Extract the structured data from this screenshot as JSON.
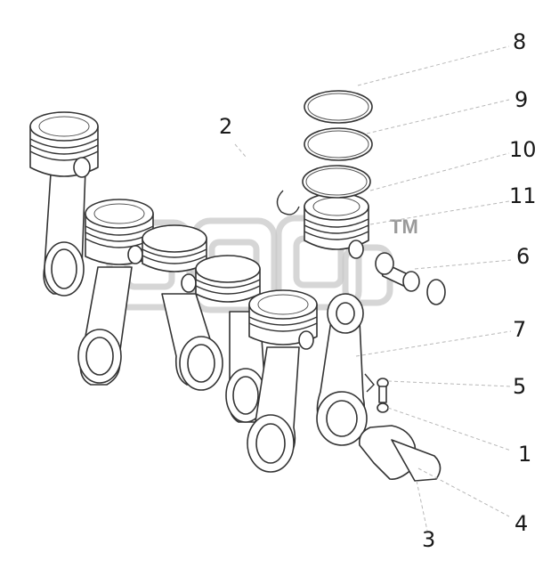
{
  "diagram": {
    "callouts": [
      {
        "id": "8",
        "label": "8"
      },
      {
        "id": "9",
        "label": "9"
      },
      {
        "id": "10",
        "label": "10"
      },
      {
        "id": "11",
        "label": "11"
      },
      {
        "id": "6",
        "label": "6"
      },
      {
        "id": "7",
        "label": "7"
      },
      {
        "id": "5",
        "label": "5"
      },
      {
        "id": "1",
        "label": "1"
      },
      {
        "id": "4",
        "label": "4"
      },
      {
        "id": "3",
        "label": "3"
      },
      {
        "id": "2",
        "label": "2"
      }
    ],
    "watermark": {
      "mark": "TM"
    },
    "colors": {
      "line": "#333333",
      "leader": "#b8b8b8",
      "watermark": "#c8c8c8",
      "background": "#ffffff"
    }
  }
}
